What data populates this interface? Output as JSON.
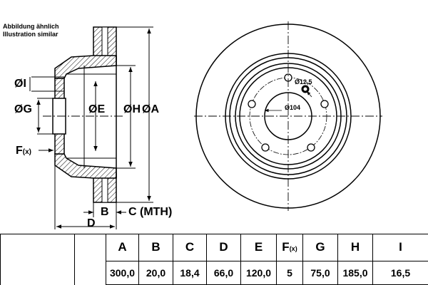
{
  "notes": {
    "line1": "Abbildung ähnlich",
    "line2": "Illustration similar"
  },
  "drawing_labels": {
    "dim_i": "ØI",
    "dim_g": "ØG",
    "dim_e": "ØE",
    "dim_h": "ØH",
    "dim_a": "ØA",
    "force": "F",
    "force_sub": "(x)",
    "dim_b": "B",
    "dim_c": "C (MTH)",
    "dim_d": "D",
    "bolt_hole": "Ø12,5",
    "pcd": "Ø104"
  },
  "table": {
    "headers": {
      "A": "A",
      "B": "B",
      "C": "C",
      "D": "D",
      "E": "E",
      "F": "F",
      "F_sub": "(x)",
      "G": "G",
      "H": "H",
      "I": "I"
    },
    "values": {
      "A": "300,0",
      "B": "20,0",
      "C": "18,4",
      "D": "66,0",
      "E": "120,0",
      "F": "5",
      "G": "75,0",
      "H": "185,0",
      "I": "16,5"
    }
  }
}
